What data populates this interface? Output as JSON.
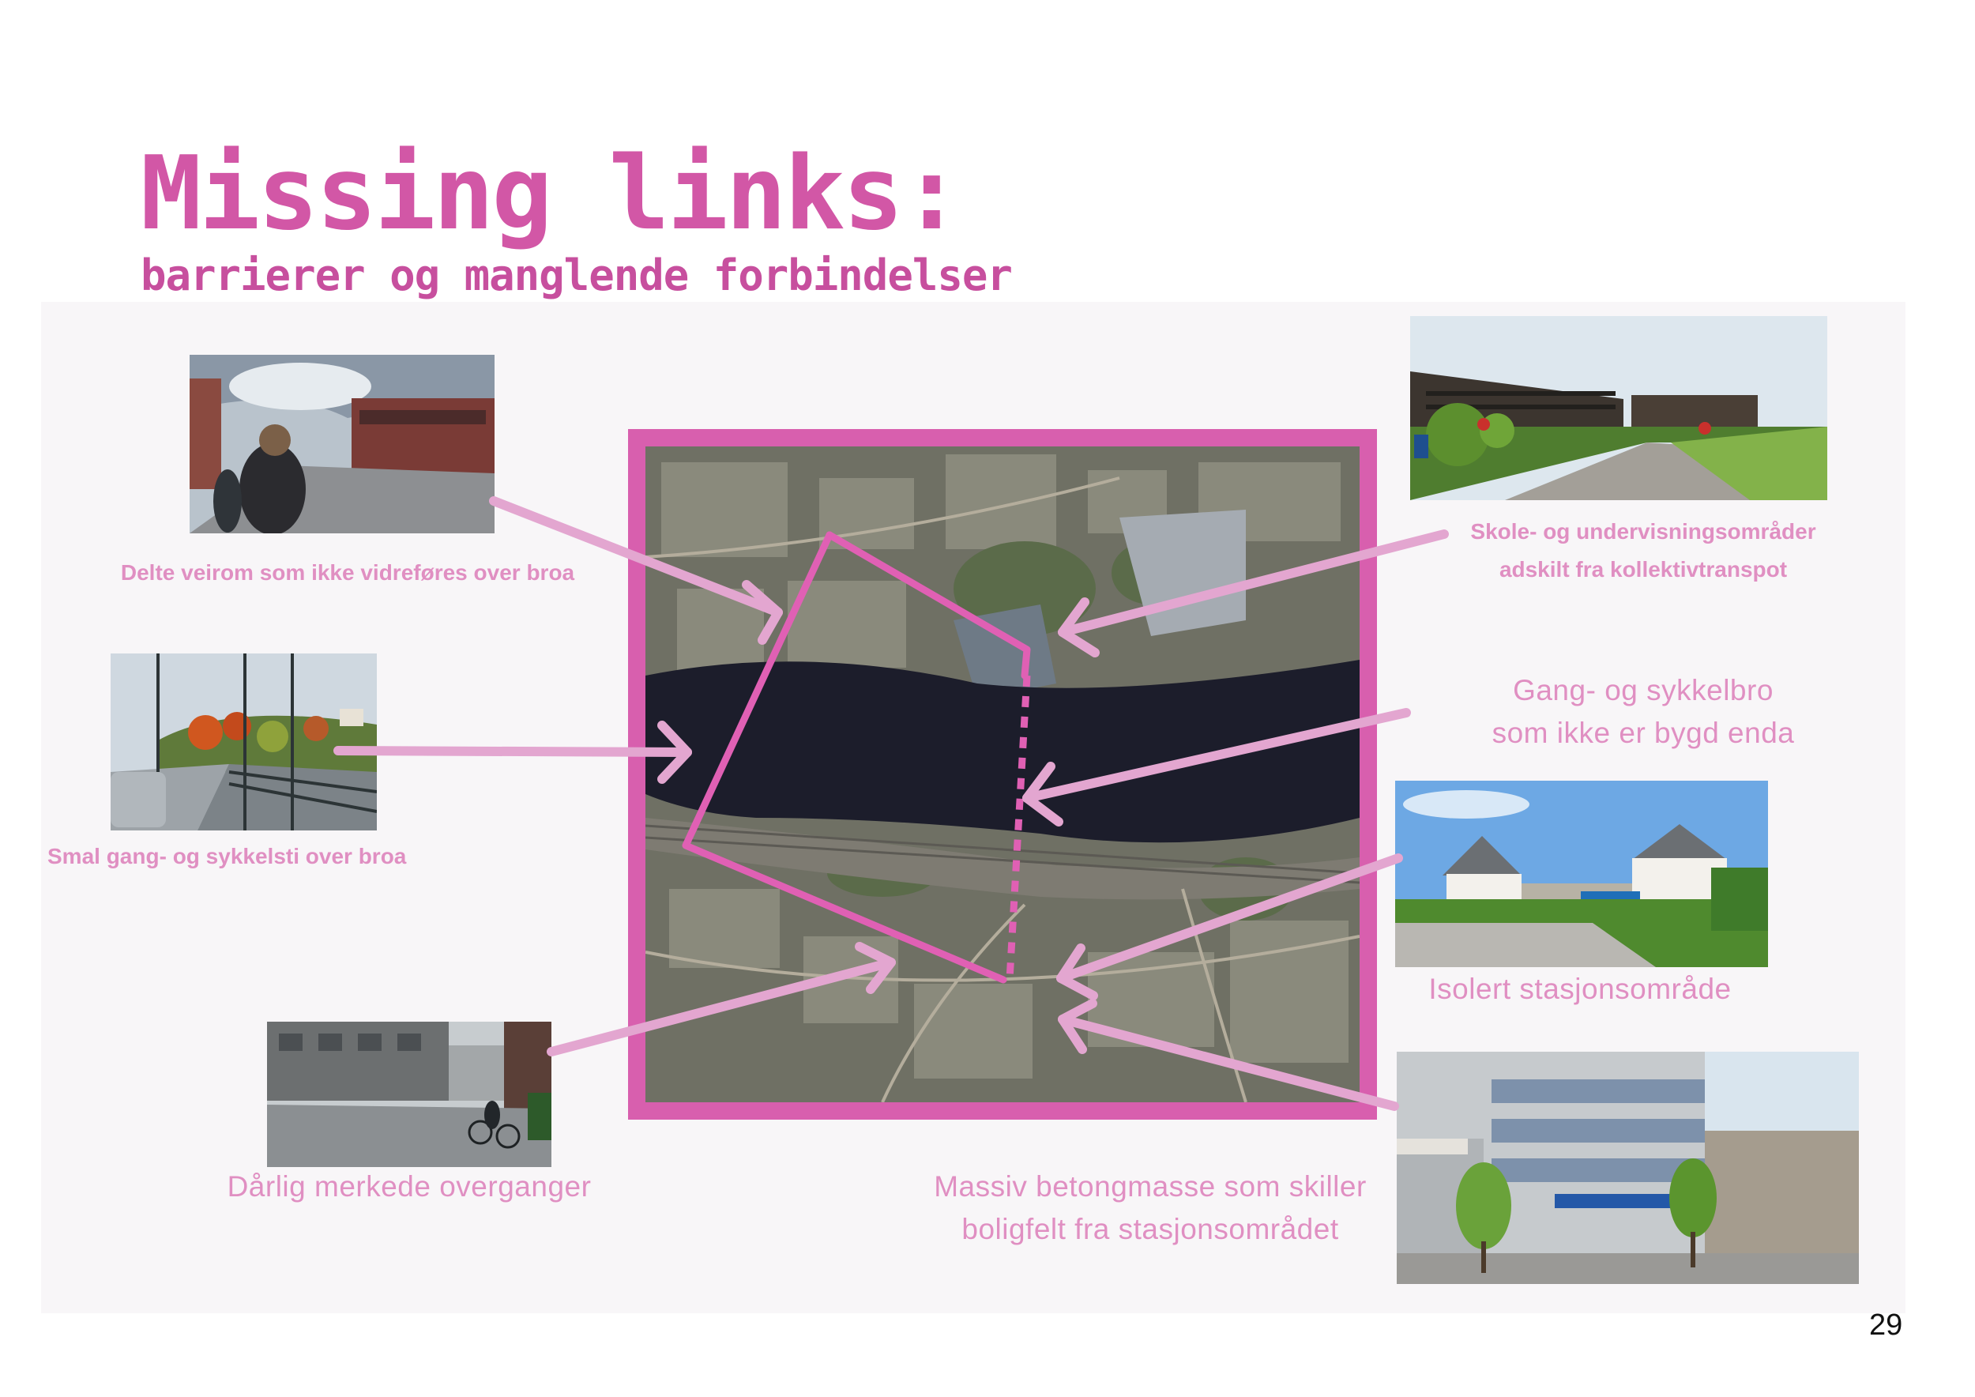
{
  "header": {
    "title": "Missing links:",
    "subtitle": "barrierer og manglende forbindelser"
  },
  "captions": {
    "shared_road": "Delte veirom som ikke vidreføres over broa",
    "narrow_path": "Smal gang- og sykkelsti over broa",
    "crossings": "Dårlig merkede overganger",
    "school_line1": "Skole- og undervisningsområder",
    "school_line2": "adskilt fra kollektivtranspot",
    "bridge_line1": "Gang- og sykkelbro",
    "bridge_line2": "som ikke er bygd enda",
    "station": "Isolert stasjonsområde",
    "concrete_line1": "Massiv betongmasse som skiller",
    "concrete_line2": "boligfelt fra stasjonsområdet"
  },
  "page_number": "29",
  "colors": {
    "title": "#d257a6",
    "caption": "#e08fc2",
    "frame": "#d85fae",
    "arrow": "#e3a6d0",
    "route": "#e060b4"
  }
}
